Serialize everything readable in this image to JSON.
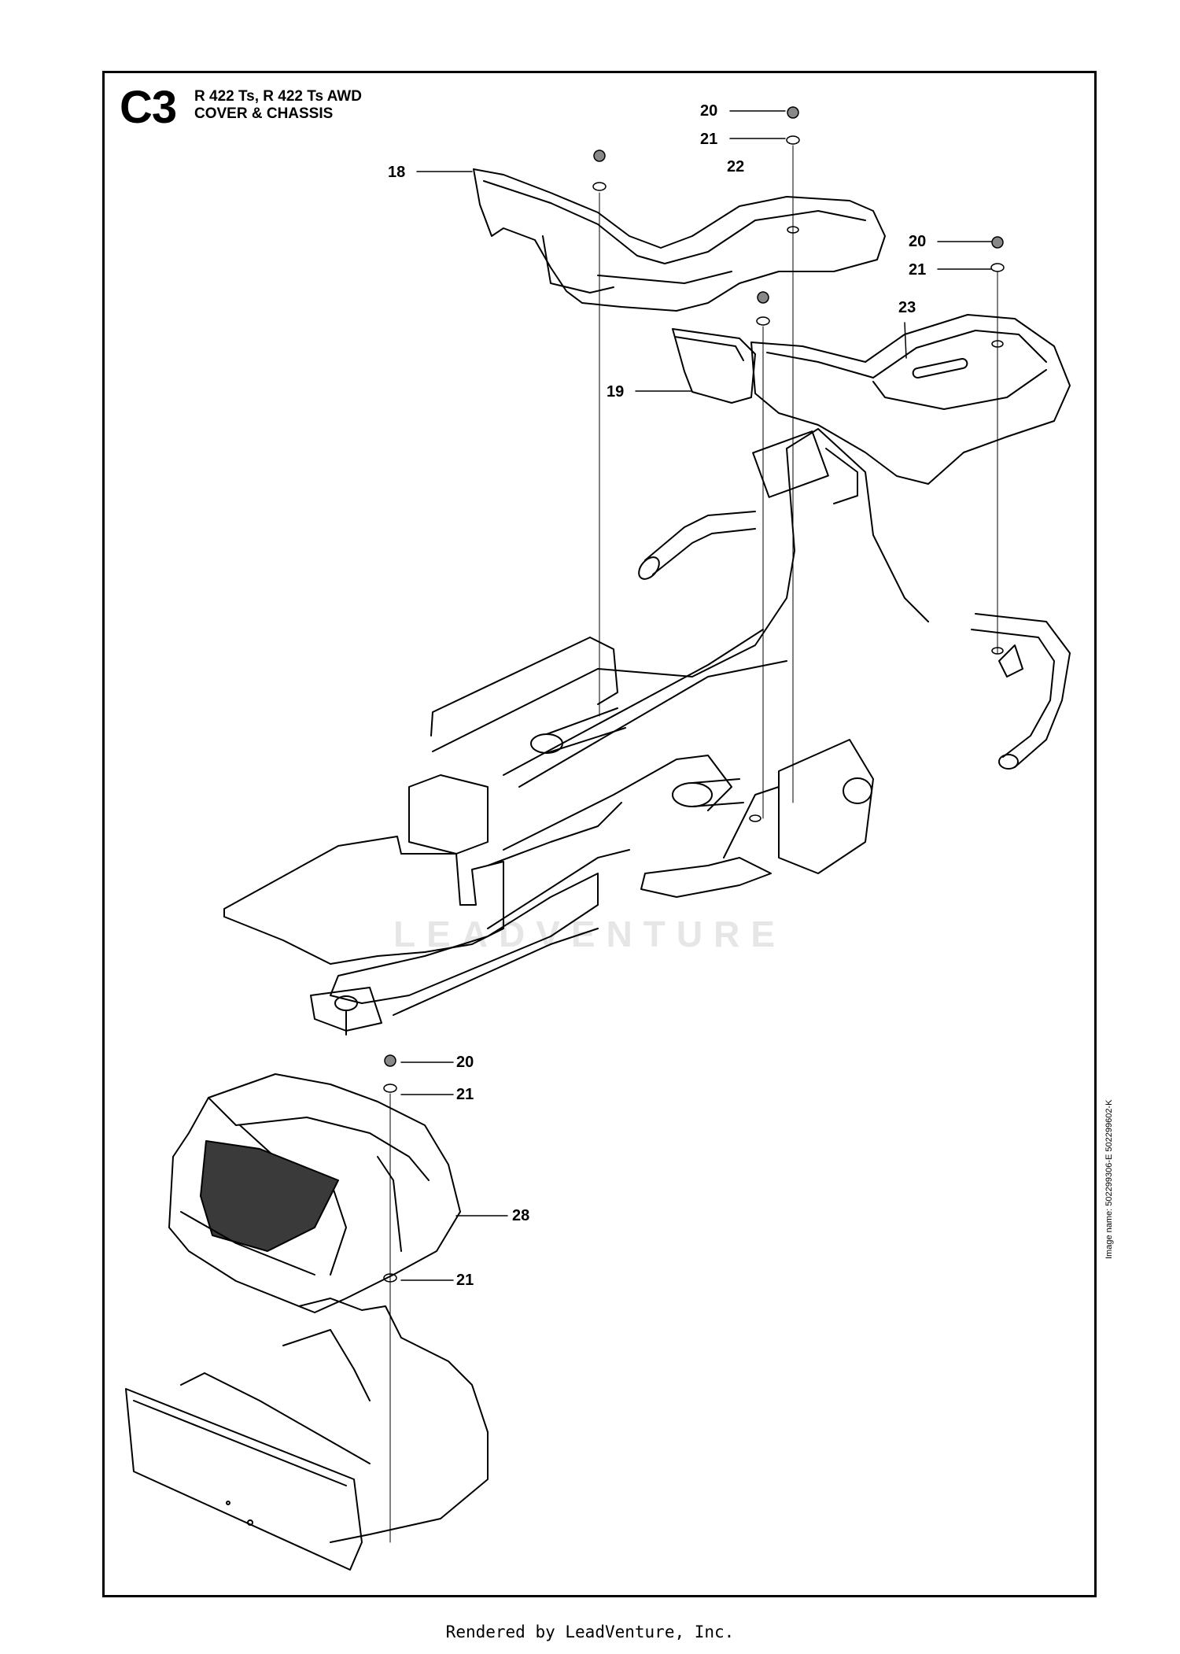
{
  "section": {
    "code": "C3",
    "models": "R 422 Ts, R 422 Ts AWD",
    "title": "COVER & CHASSIS"
  },
  "callouts": [
    "18",
    "19",
    "20",
    "21",
    "22",
    "23",
    "20",
    "21",
    "20",
    "21",
    "28",
    "21"
  ],
  "watermark": "LEADVENTURE",
  "image_name": "Image name: 502299306-E 502299602-K",
  "footer": "Rendered by LeadVenture, Inc."
}
